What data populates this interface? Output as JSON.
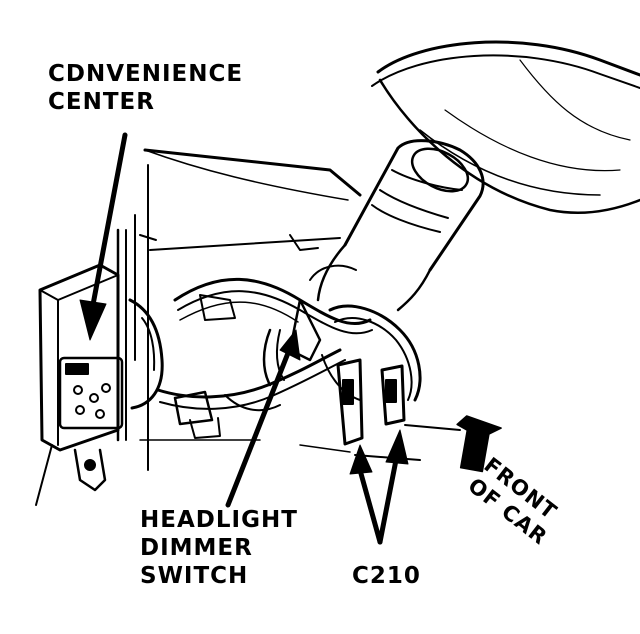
{
  "labels": {
    "convenience_center": [
      "CDNVENIENCE",
      "CENTER"
    ],
    "headlight_dimmer_switch": [
      "HEADLIGHT",
      "DIMMER",
      "SWITCH"
    ],
    "connector": "C210",
    "front_of_car": [
      "FRONT",
      "OF CAR"
    ]
  },
  "colors": {
    "ink": "#000000",
    "paper": "#ffffff"
  }
}
